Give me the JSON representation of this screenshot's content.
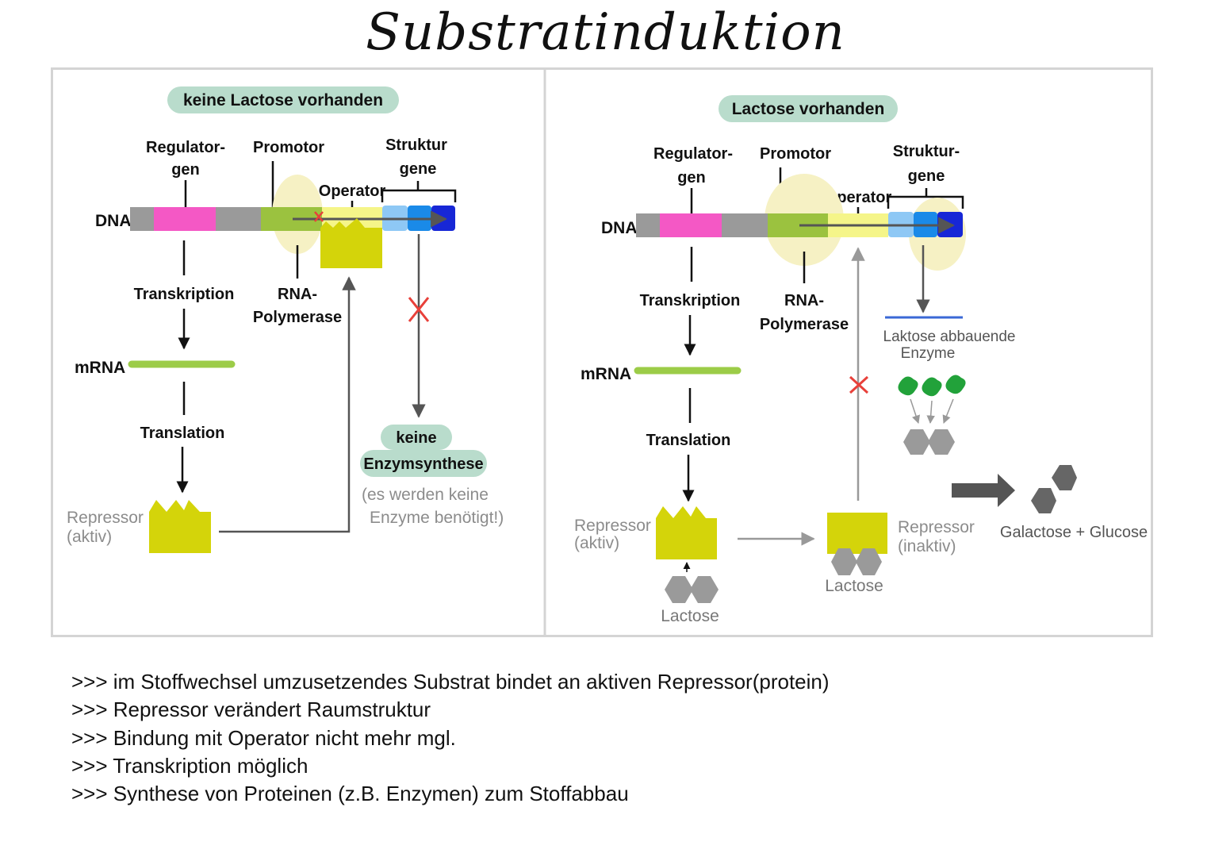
{
  "title": "Substratinduktion",
  "left": {
    "header": "keine Lactose vorhanden",
    "labels": {
      "regulator_line1": "Regulator-",
      "regulator_line2": "gen",
      "promotor": "Promotor",
      "operator": "Operator",
      "struktur_line1": "Struktur",
      "struktur_line2": "gene",
      "dna": "DNA",
      "transkription": "Transkription",
      "rna_line1": "RNA-",
      "rna_line2": "Polymerase",
      "mrna": "mRNA",
      "translation": "Translation",
      "repressor_line1": "Repressor",
      "repressor_line2": "(aktiv)",
      "result_line1": "keine",
      "result_line2": "Enzymsynthese",
      "note_line1": "(es werden keine",
      "note_line2": "Enzyme benötigt!)"
    }
  },
  "right": {
    "header": "Lactose vorhanden",
    "labels": {
      "regulator_line1": "Regulator-",
      "regulator_line2": "gen",
      "promotor": "Promotor",
      "operator": "Operator",
      "struktur_line1": "Struktur-",
      "struktur_line2": "gene",
      "dna": "DNA",
      "transkription": "Transkription",
      "rna_line1": "RNA-",
      "rna_line2": "Polymerase",
      "mrna": "mRNA",
      "translation": "Translation",
      "repressor_active_line1": "Repressor",
      "repressor_active_line2": "(aktiv)",
      "repressor_inactive_line1": "Repressor",
      "repressor_inactive_line2": "(inaktiv)",
      "lactose_1": "Lactose",
      "lactose_2": "Lactose",
      "enzyme_line1": "Laktose abbauende",
      "enzyme_line2": "Enzyme",
      "products": "Galactose + Glucose"
    }
  },
  "notes": [
    ">>> im Stoffwechsel umzusetzendes Substrat bindet an aktiven Repressor(protein)",
    ">>> Repressor verändert Raumstruktur",
    ">>> Bindung mit Operator nicht mehr mgl.",
    ">>> Transkription möglich",
    ">>> Synthese von Proteinen (z.B. Enzymen) zum Stoffabbau"
  ],
  "colors": {
    "header_bg": "#b9dccc",
    "regulator_gene": "#f458c5",
    "promotor": "#9bc23f",
    "operator": "#f5f589",
    "struct_gene_1": "#8ec8f5",
    "struct_gene_2": "#1a8ae8",
    "struct_gene_3": "#1727d6",
    "repressor": "#d4d40a",
    "mrna": "#9ccc48",
    "dna_gray": "#9a9a9a",
    "block_x": "#e8403a",
    "enzyme": "#22a23a",
    "lactose": "#9a9a9a",
    "polymerase_halo": "#f6f1c4"
  }
}
